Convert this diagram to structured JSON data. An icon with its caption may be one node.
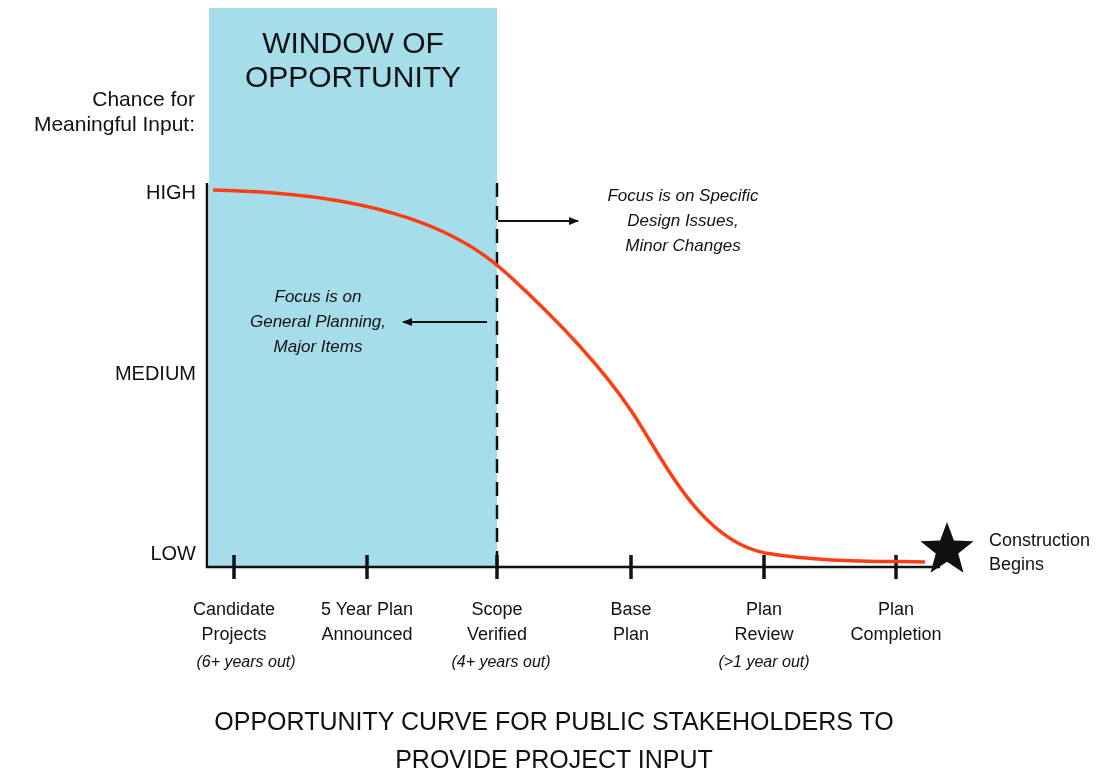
{
  "diagram": {
    "caption": "OPPORTUNITY CURVE FOR PUBLIC STAKEHOLDERS TO PROVIDE PROJECT INPUT",
    "nodes": [
      {
        "text": [
          "WINDOW OF OPPORTUNITY"
        ]
      },
      {
        "text": [
          "Focus is on Specific Design Issues, Minor Changes"
        ]
      },
      {
        "text": [
          "Focus is on General Planning, Major Items"
        ],
        "in": 0
      },
      {
        "text": [],
        "shape": "star",
        "beside": [
          "Construction Begins"
        ]
      }
    ],
    "edges": [
      {
        "from": 0,
        "to": 1,
        "arrow": "to"
      },
      {
        "from": null,
        "to": 2,
        "arrow": "to"
      }
    ],
    "labels": [
      "Chance for Meaningful Input:",
      "HIGH",
      "MEDIUM",
      "LOW",
      "Candidate Projects",
      "(6+ years out)",
      "5 Year Plan Announced",
      "Scope Verified",
      "(4+ years out)",
      "Base Plan",
      "Plan Review",
      "(>1 year out)",
      "Plan Completion"
    ]
  }
}
